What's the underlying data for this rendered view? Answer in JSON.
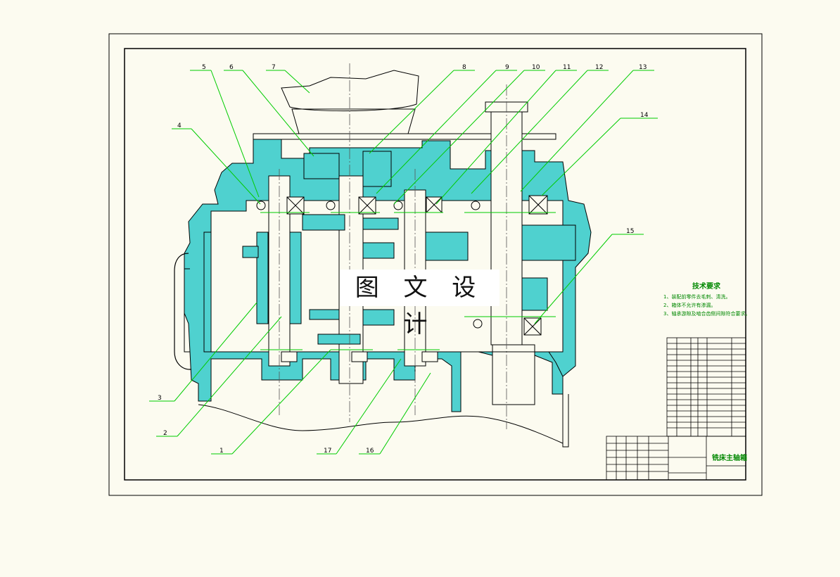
{
  "drawing": {
    "watermark": "图 文 设 计",
    "tech_requirements_title": "技术要求",
    "tech_requirements": [
      "1、装配前零件去毛刺、清洗。",
      "2、箱体不允许有渗漏。",
      "3、轴承游隙及啮合齿侧间隙符合要求。"
    ],
    "part_title": "铣床主轴箱",
    "callouts": [
      "1",
      "2",
      "3",
      "4",
      "5",
      "6",
      "7",
      "8",
      "9",
      "10",
      "11",
      "12",
      "13",
      "14",
      "15",
      "16",
      "17"
    ]
  },
  "colors": {
    "paper": "#fcfbf0",
    "section_fill": "#4fd1cf",
    "leader": "#00cc00",
    "outline": "#000000",
    "centerline": "#555555"
  }
}
